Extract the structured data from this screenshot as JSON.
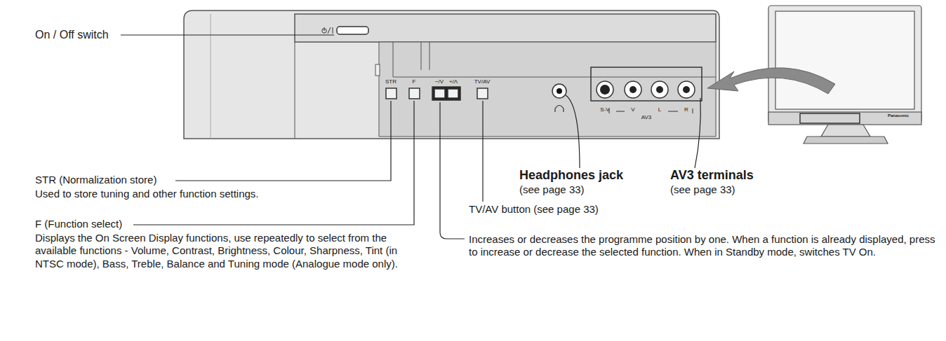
{
  "diagram": {
    "labels": [
      "On / Off switch",
      "STR (Normalization store)",
      "Used to store tuning and other function settings.",
      "F (Function select)",
      "Displays the On Screen Display functions, use repeatedly to select from the available functions - Volume, Contrast, Brightness, Colour, Sharpness, Tint (in NTSC mode), Bass, Treble, Balance and Tuning mode (Analogue mode only).",
      "Headphones jack",
      "(see page 33)",
      "AV3 terminals",
      "(see page 33)",
      "TV/AV button (see page 33)",
      "Increases or decreases the programme position by one. When a function is already displayed, press to increase or decrease the selected function. When in Standby mode, switches TV On.",
      "STR",
      "F",
      "−/V",
      "+/Λ",
      "TV/AV",
      "S-V",
      "V",
      "L",
      "R",
      "AV3",
      "Panasonic"
    ]
  }
}
